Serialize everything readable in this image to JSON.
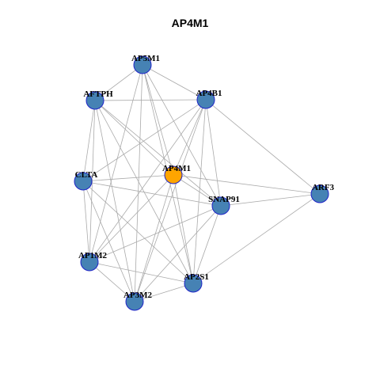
{
  "title": "AP4M1",
  "colors": {
    "node_fill": "#4682B4",
    "node_stroke": "#1F24C8",
    "hub_fill": "#FFA500",
    "edge": "#AAAAAA",
    "label": "#000000"
  },
  "network": {
    "nodes": [
      {
        "id": "AP5M1",
        "label": "AP5M1",
        "hub": false
      },
      {
        "id": "AFTPH",
        "label": "AFTPH",
        "hub": false
      },
      {
        "id": "AP4B1",
        "label": "AP4B1",
        "hub": false
      },
      {
        "id": "AP4M1",
        "label": "AP4M1",
        "hub": true
      },
      {
        "id": "CLTA",
        "label": "CLTA",
        "hub": false
      },
      {
        "id": "ARF3",
        "label": "ARF3",
        "hub": false
      },
      {
        "id": "SNAP91",
        "label": "SNAP91",
        "hub": false
      },
      {
        "id": "AP1M2",
        "label": "AP1M2",
        "hub": false
      },
      {
        "id": "AP2S1",
        "label": "AP2S1",
        "hub": false
      },
      {
        "id": "AP3M2",
        "label": "AP3M2",
        "hub": false
      }
    ],
    "edges": [
      [
        "AP5M1",
        "AFTPH"
      ],
      [
        "AP5M1",
        "AP4B1"
      ],
      [
        "AP5M1",
        "AP4M1"
      ],
      [
        "AP5M1",
        "SNAP91"
      ],
      [
        "AP5M1",
        "AP1M2"
      ],
      [
        "AP5M1",
        "AP2S1"
      ],
      [
        "AP5M1",
        "AP3M2"
      ],
      [
        "AFTPH",
        "AP4B1"
      ],
      [
        "AFTPH",
        "AP4M1"
      ],
      [
        "AFTPH",
        "CLTA"
      ],
      [
        "AFTPH",
        "SNAP91"
      ],
      [
        "AFTPH",
        "AP1M2"
      ],
      [
        "AFTPH",
        "AP2S1"
      ],
      [
        "AFTPH",
        "AP3M2"
      ],
      [
        "AP4B1",
        "AP4M1"
      ],
      [
        "AP4B1",
        "CLTA"
      ],
      [
        "AP4B1",
        "ARF3"
      ],
      [
        "AP4B1",
        "SNAP91"
      ],
      [
        "AP4B1",
        "AP1M2"
      ],
      [
        "AP4B1",
        "AP2S1"
      ],
      [
        "AP4B1",
        "AP3M2"
      ],
      [
        "AP4M1",
        "CLTA"
      ],
      [
        "AP4M1",
        "ARF3"
      ],
      [
        "AP4M1",
        "SNAP91"
      ],
      [
        "AP4M1",
        "AP1M2"
      ],
      [
        "AP4M1",
        "AP2S1"
      ],
      [
        "AP4M1",
        "AP3M2"
      ],
      [
        "CLTA",
        "SNAP91"
      ],
      [
        "CLTA",
        "AP1M2"
      ],
      [
        "CLTA",
        "AP2S1"
      ],
      [
        "CLTA",
        "AP3M2"
      ],
      [
        "ARF3",
        "SNAP91"
      ],
      [
        "ARF3",
        "AP2S1"
      ],
      [
        "SNAP91",
        "AP1M2"
      ],
      [
        "SNAP91",
        "AP2S1"
      ],
      [
        "SNAP91",
        "AP3M2"
      ],
      [
        "AP1M2",
        "AP2S1"
      ],
      [
        "AP1M2",
        "AP3M2"
      ],
      [
        "AP2S1",
        "AP3M2"
      ]
    ]
  }
}
